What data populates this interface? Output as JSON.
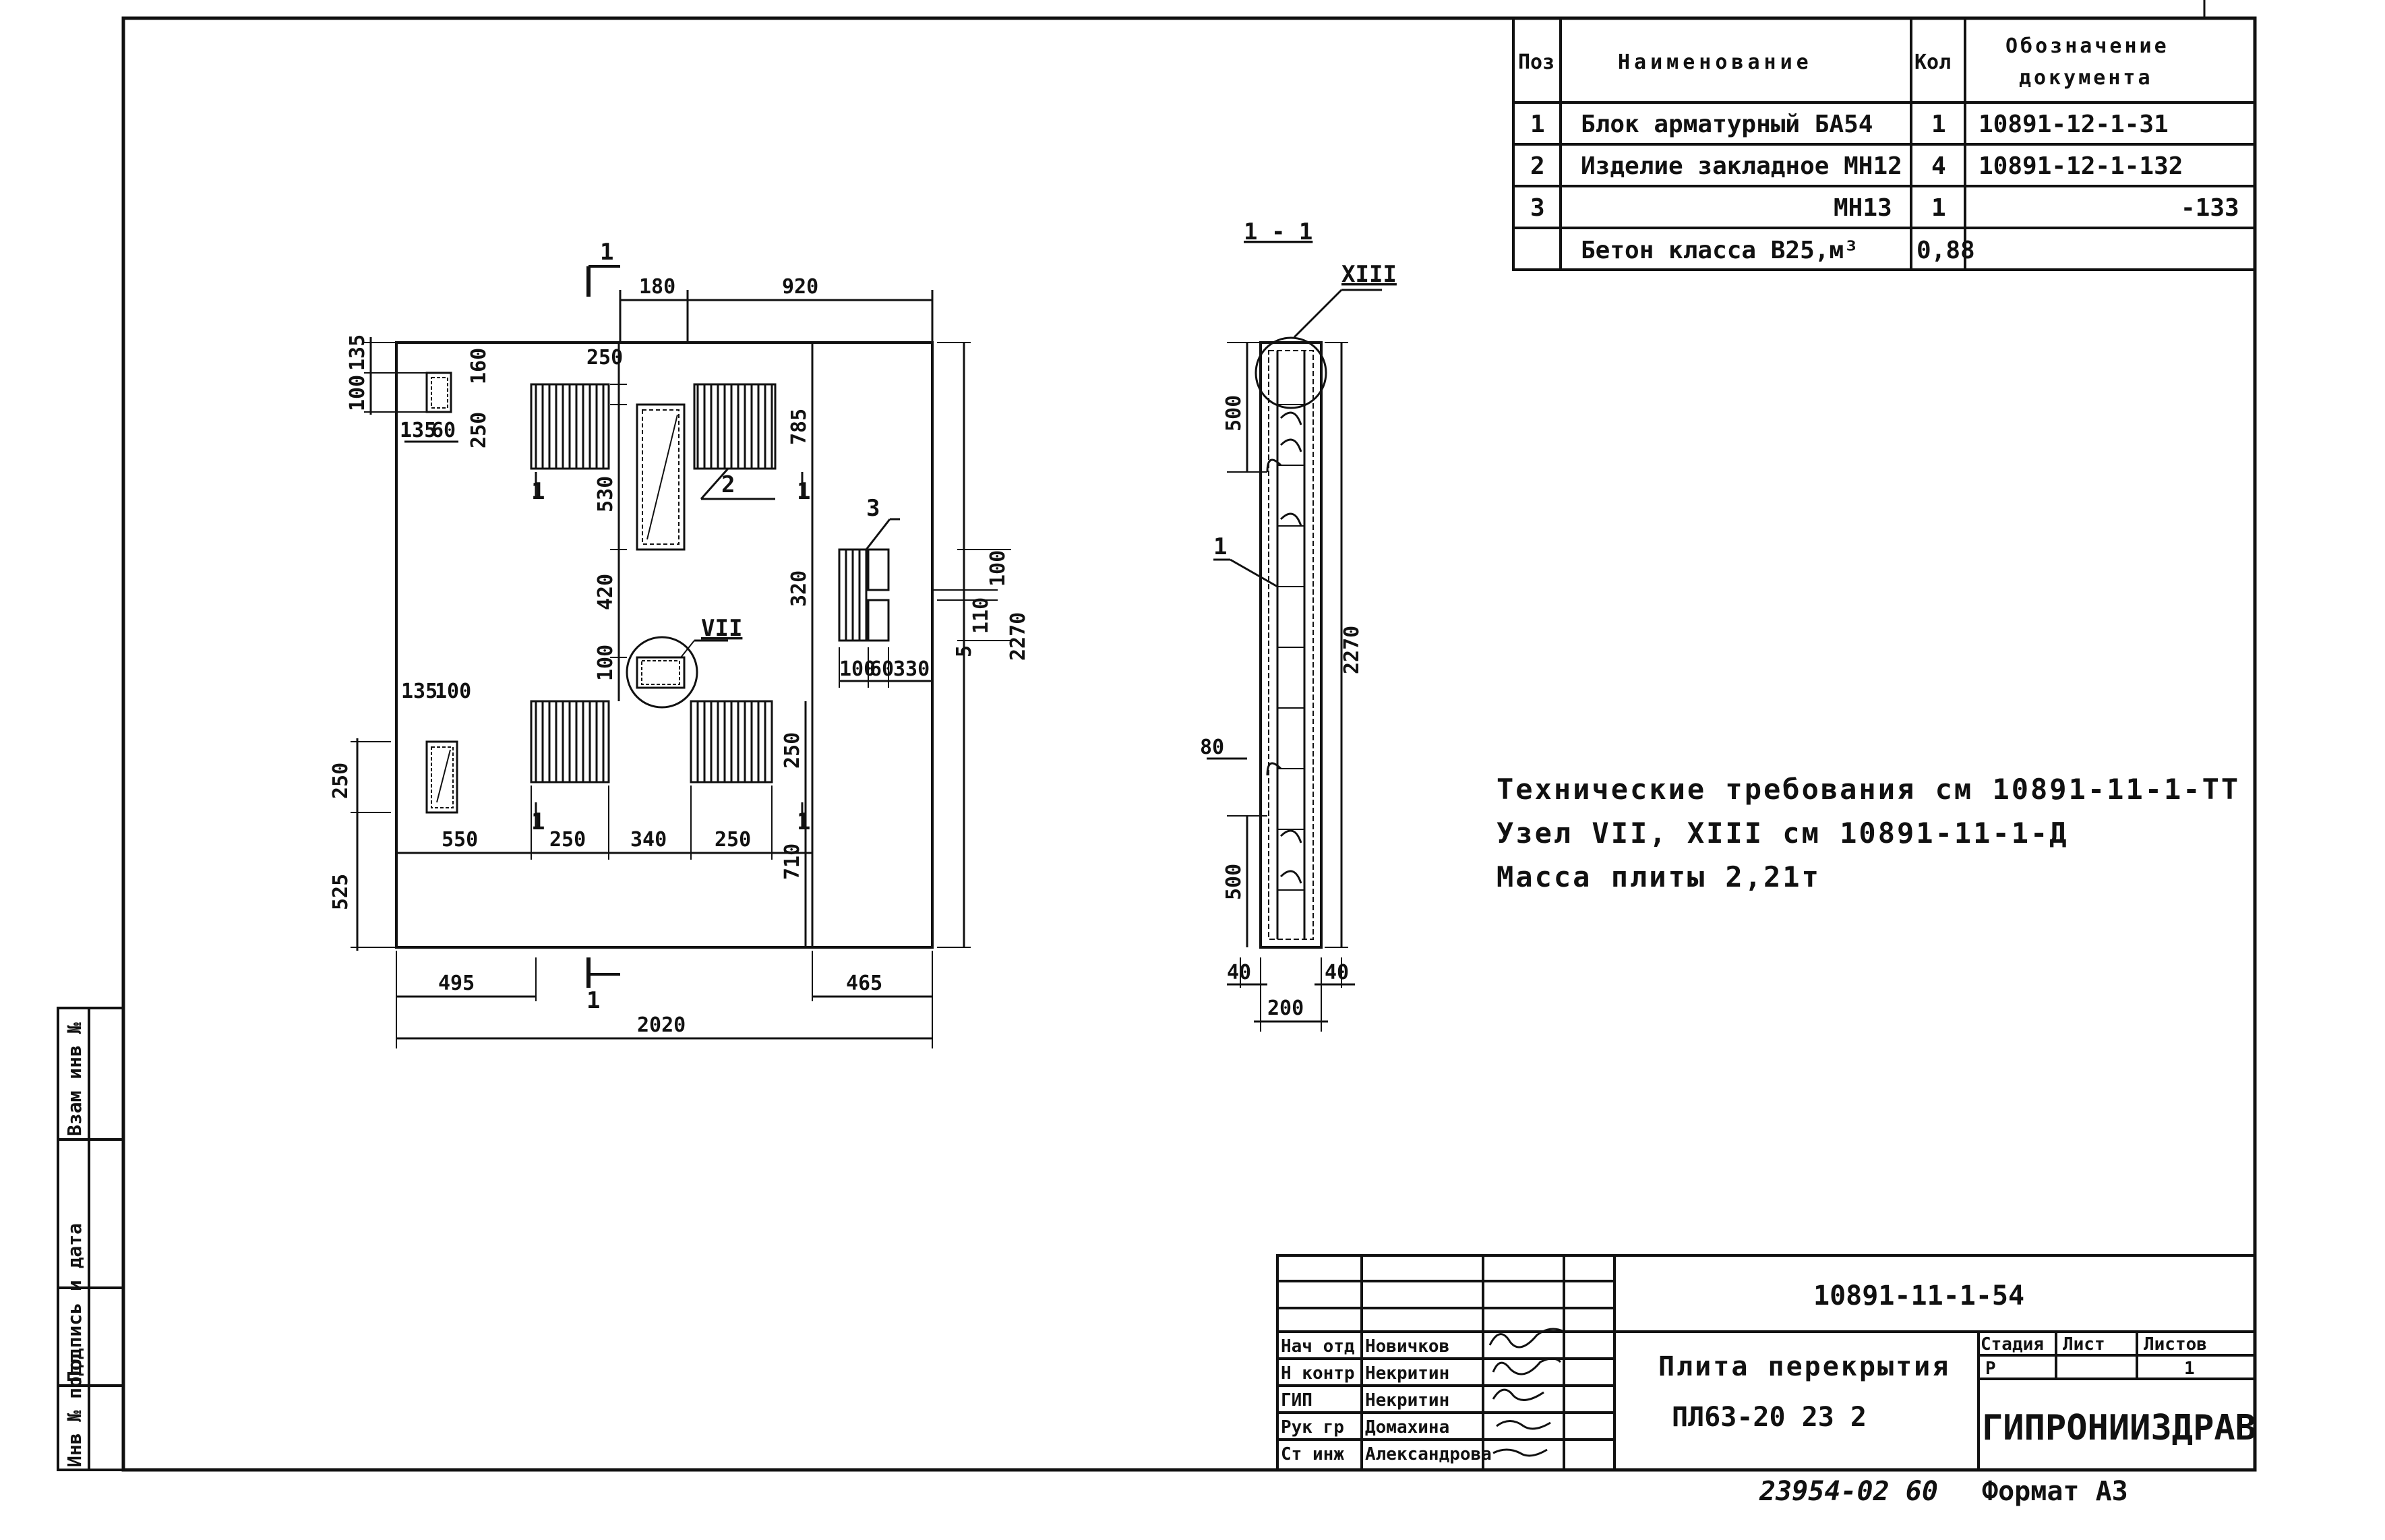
{
  "spec_table": {
    "headers": {
      "pos": "Поз",
      "name": "Наименование",
      "qty": "Кол",
      "doc_line1": "Обозначение",
      "doc_line2": "документа"
    },
    "rows": [
      {
        "pos": "1",
        "name": "Блок арматурный БА54",
        "qty": "1",
        "doc": "10891-12-1-31"
      },
      {
        "pos": "2",
        "name": "Изделие закладное МН12",
        "qty": "4",
        "doc": "10891-12-1-132"
      },
      {
        "pos": "3",
        "name": "МН13",
        "qty": "1",
        "doc": "-133"
      },
      {
        "pos": "",
        "name": "Бетон класса В25,м³",
        "qty": "0,88",
        "doc": ""
      }
    ]
  },
  "plan": {
    "section_mark": "1",
    "dims": {
      "top_180": "180",
      "top_920": "920",
      "l_135": "135",
      "l_100": "100",
      "l_160": "160",
      "l_250": "250",
      "s_135": "135",
      "s_60": "60",
      "c_250": "250",
      "c_530": "530",
      "c_420": "420",
      "c_100": "100",
      "r_785": "785",
      "r_320": "320",
      "rs_100": "100",
      "rs_110": "110",
      "rs_5": "5",
      "rb_100": "100",
      "rb_60": "60",
      "rb_330": "330",
      "total_h": "2270",
      "lb_135": "135",
      "lb_100": "100",
      "lb_250": "250",
      "lb_525": "525",
      "b_550": "550",
      "b_250a": "250",
      "b_340": "340",
      "b_250b": "250",
      "rr_250": "250",
      "rr_710": "710",
      "bot_495": "495",
      "bot_465": "465",
      "total_w": "2020"
    },
    "callouts": {
      "pos1a": "1",
      "pos2": "2",
      "pos1b": "1",
      "pos3": "3",
      "pos1c": "1",
      "pos1d": "1",
      "node7": "VII"
    }
  },
  "section": {
    "title": "1 - 1",
    "node": "XIII",
    "dims": {
      "top_500": "500",
      "h_2270": "2270",
      "d_80": "80",
      "bot_500": "500",
      "l_40": "40",
      "r_40": "40",
      "w_200": "200"
    },
    "leader": "1"
  },
  "notes": [
    "Технические требования см 10891-11-1-ТТ",
    "Узел VII, XIII см 10891-11-1-Д",
    "Масса плиты 2,21т"
  ],
  "title_block": {
    "doc_code": "10891-11-1-54",
    "title_line1": "Плита перекрытия",
    "title_line2": "ПЛ63-20 23 2",
    "stage_label": "Стадия",
    "sheet_label": "Лист",
    "sheets_label": "Листов",
    "stage_value": "Р",
    "sheets_value": "1",
    "organization": "ГИПРОНИИЗДРАВ",
    "format": "Формат А3",
    "archive": "23954-02  60",
    "staff": [
      {
        "role": "Нач отд",
        "name": "Новичков"
      },
      {
        "role": "Н контр",
        "name": "Некритин"
      },
      {
        "role": "ГИП",
        "name": "Некритин"
      },
      {
        "role": "Рук гр",
        "name": "Домахина"
      },
      {
        "role": "Ст инж",
        "name": "Александрова"
      }
    ]
  },
  "side_stamp": {
    "inv_orig": "Инв № подл",
    "sign_date": "Подпись и дата",
    "replace_inv": "Взам инв №"
  }
}
